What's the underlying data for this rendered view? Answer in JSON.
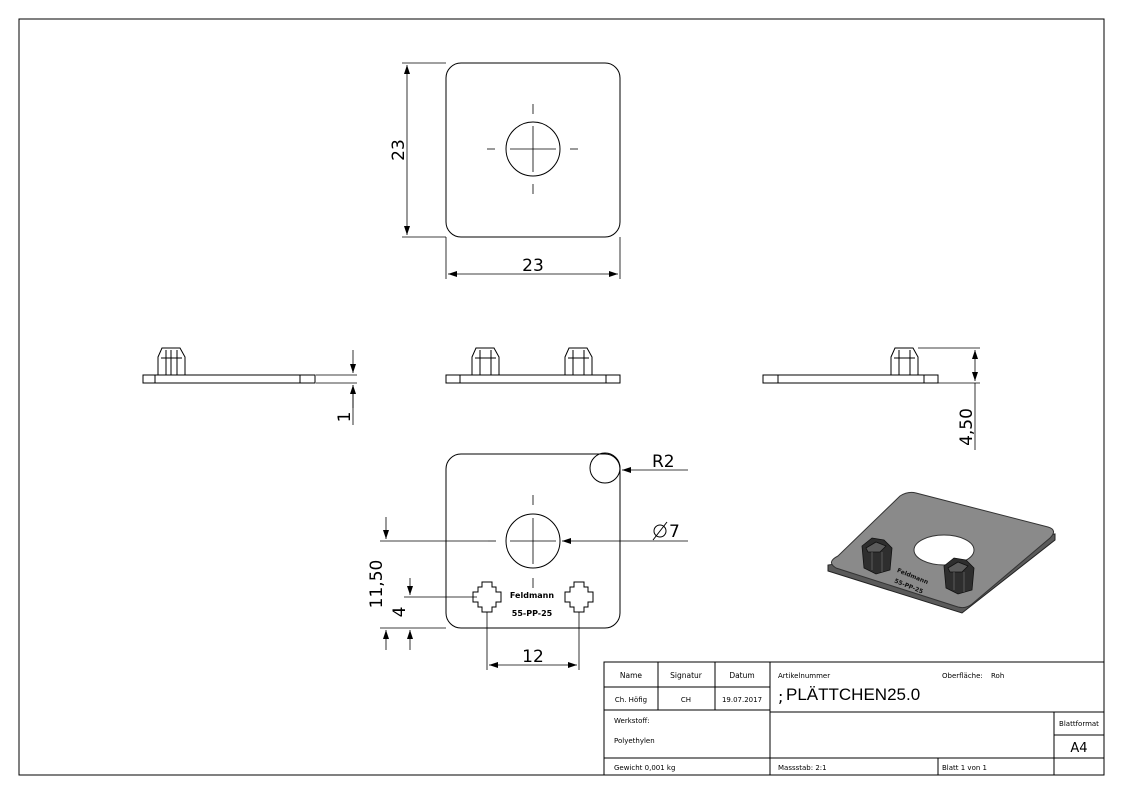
{
  "drawing": {
    "dimensions": {
      "top_height": "23",
      "top_width": "23",
      "side_thickness": "1",
      "side_height": "4,50",
      "radius": "R2",
      "hole_diameter": "7",
      "hole_offset": "11,50",
      "pin_offset": "4",
      "pin_spacing": "12"
    },
    "engraving": {
      "brand": "Feldmann",
      "code": "55-PP-25"
    }
  },
  "title_block": {
    "headers": {
      "name": "Name",
      "signatur": "Signatur",
      "datum": "Datum"
    },
    "row": {
      "name": "Ch. Höfig",
      "signatur": "CH",
      "datum": "19.07.2017"
    },
    "artikelnummer_label": "Artikelnummer",
    "artikelnummer": "PLÄTTCHEN25.0",
    "artikel_prefix": ";",
    "oberflaeche_label": "Oberfläche:",
    "oberflaeche": "Roh",
    "werkstoff_label": "Werkstoff:",
    "werkstoff": "Polyethylen",
    "blattformat_label": "Blattformat",
    "blattformat": "A4",
    "gewicht": "Gewicht 0,001 kg",
    "massstab": "Massstab: 2:1",
    "blatt": "Blatt 1 von 1"
  }
}
